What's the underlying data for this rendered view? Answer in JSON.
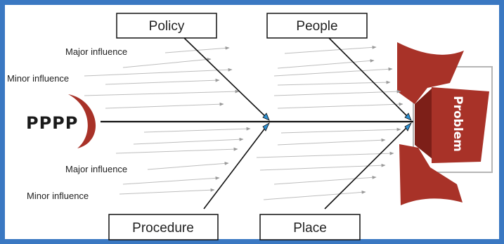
{
  "diagram": {
    "head_label": "PPPP",
    "problem_label": "Problem",
    "categories": {
      "top_left": "Policy",
      "top_right": "People",
      "bottom_left": "Procedure",
      "bottom_right": "Place"
    },
    "annotations": {
      "top_major": "Major influence",
      "top_minor": "Minor influence",
      "bottom_major": "Major influence",
      "bottom_minor": "Minor influence"
    },
    "colors": {
      "frame": "#3a78c2",
      "accent": "#a83228",
      "accent_dark": "#7d1f18",
      "spine": "#111111",
      "branch_arrow": "#2d8fd0",
      "tributary": "#b9b9b9"
    }
  }
}
